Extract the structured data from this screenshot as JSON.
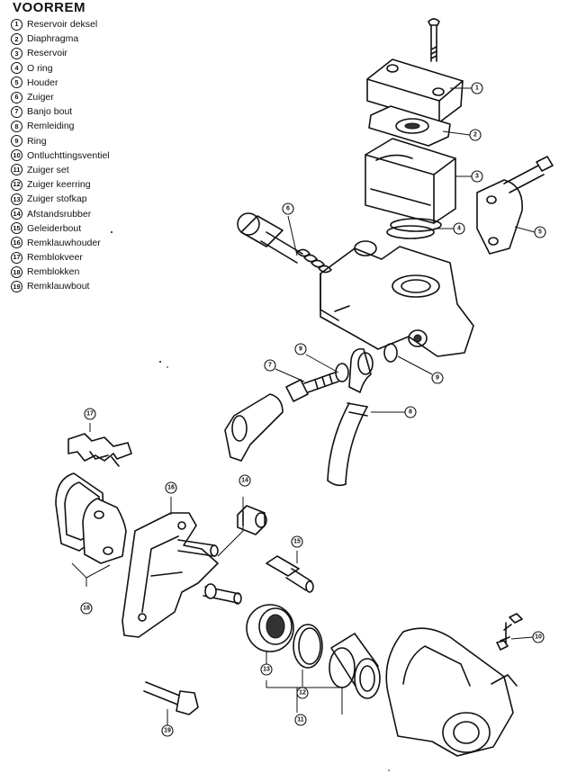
{
  "title": "VOORREM",
  "legend": [
    {
      "num": "1",
      "label": "Reservoir deksel"
    },
    {
      "num": "2",
      "label": "Diaphragma"
    },
    {
      "num": "3",
      "label": "Reservoir"
    },
    {
      "num": "4",
      "label": "O ring"
    },
    {
      "num": "5",
      "label": "Houder"
    },
    {
      "num": "6",
      "label": "Zuiger"
    },
    {
      "num": "7",
      "label": "Banjo bout"
    },
    {
      "num": "8",
      "label": "Remleiding"
    },
    {
      "num": "9",
      "label": "Ring"
    },
    {
      "num": "10",
      "label": "Ontluchttingsventiel"
    },
    {
      "num": "11",
      "label": "Zuiger set"
    },
    {
      "num": "12",
      "label": "Zuiger keerring"
    },
    {
      "num": "13",
      "label": "Zuiger stofkap"
    },
    {
      "num": "14",
      "label": "Afstandsrubber"
    },
    {
      "num": "15",
      "label": "Geleiderbout"
    },
    {
      "num": "16",
      "label": "Remklauwhouder"
    },
    {
      "num": "17",
      "label": "Remblokveer"
    },
    {
      "num": "18",
      "label": "Remblokken"
    },
    {
      "num": "19",
      "label": "Remklauwbout"
    }
  ],
  "callouts": [
    "1",
    "2",
    "3",
    "4",
    "5",
    "6",
    "7",
    "8",
    "9",
    "9",
    "10",
    "11",
    "12",
    "13",
    "14",
    "15",
    "16",
    "17",
    "18",
    "19"
  ]
}
